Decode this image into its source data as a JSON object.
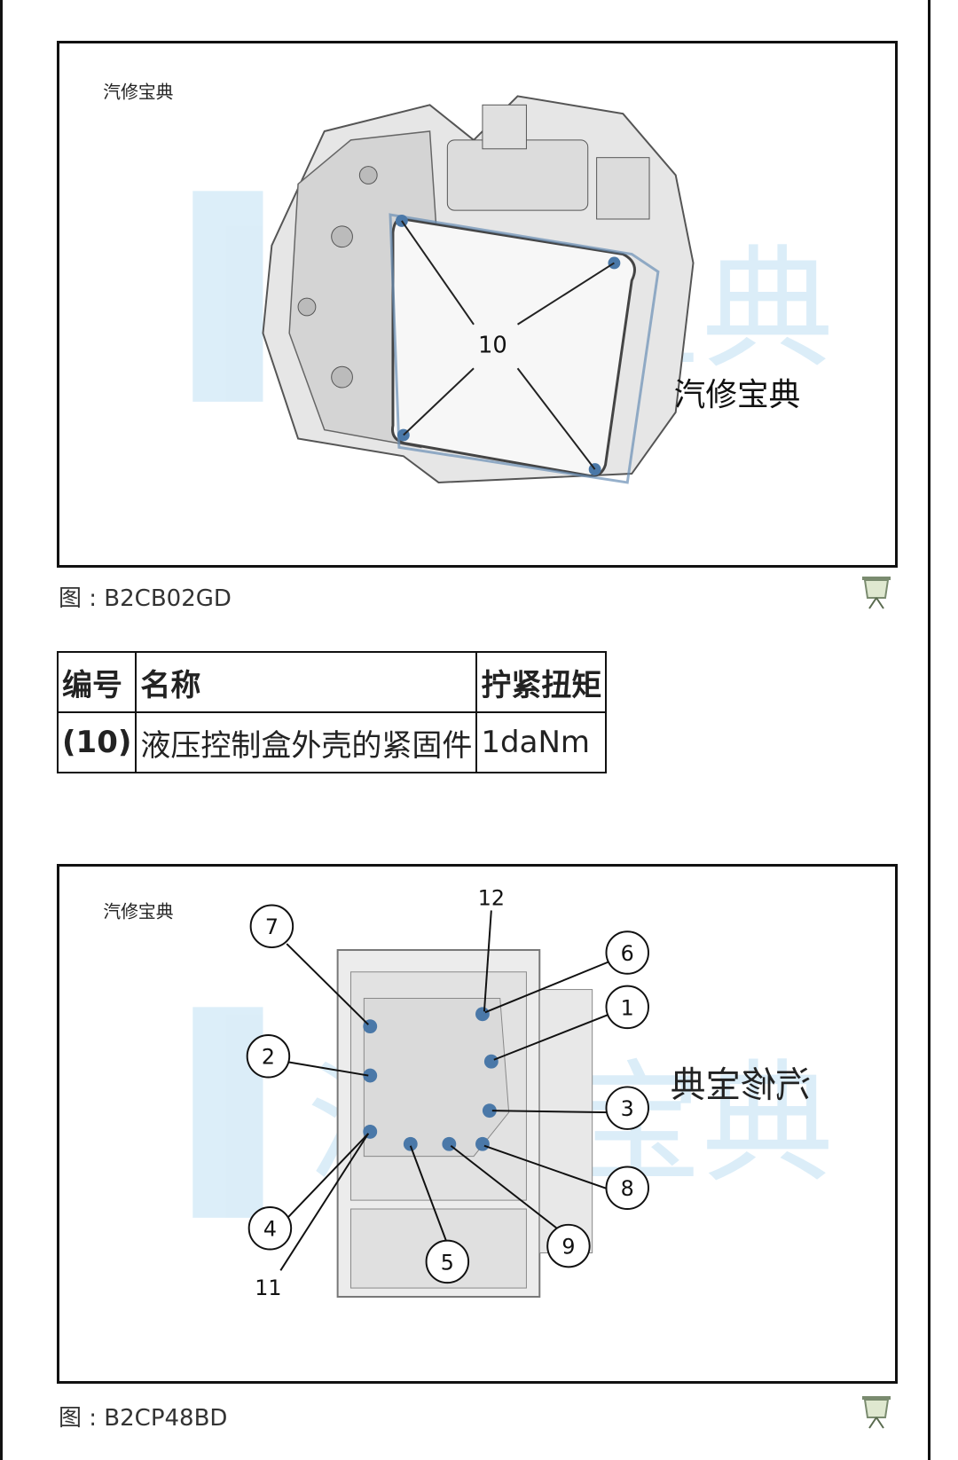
{
  "figure1": {
    "watermark_small": "汽修宝典",
    "watermark_large": "汽修宝典",
    "watermark_label": "汽修宝典",
    "callout": "10",
    "caption": "图 : B2CB02GD"
  },
  "table": {
    "headers": [
      "编号",
      "名称",
      "拧紧扭矩"
    ],
    "rows": [
      {
        "id": "(10)",
        "name": "液压控制盒外壳的紧固件",
        "torque": "1daNm"
      }
    ]
  },
  "figure2": {
    "watermark_small": "汽修宝典",
    "watermark_large": "汽修宝典",
    "watermark_mirrored": "汽修宝典",
    "callouts": [
      "1",
      "2",
      "3",
      "4",
      "5",
      "6",
      "7",
      "8",
      "9",
      "11",
      "12"
    ],
    "caption": "图 : B2CP48BD"
  },
  "colors": {
    "watermark": "#bfe0f4",
    "bolt": "#4a78a8",
    "frame": "#111111"
  },
  "icons": [
    "presentation-icon"
  ]
}
